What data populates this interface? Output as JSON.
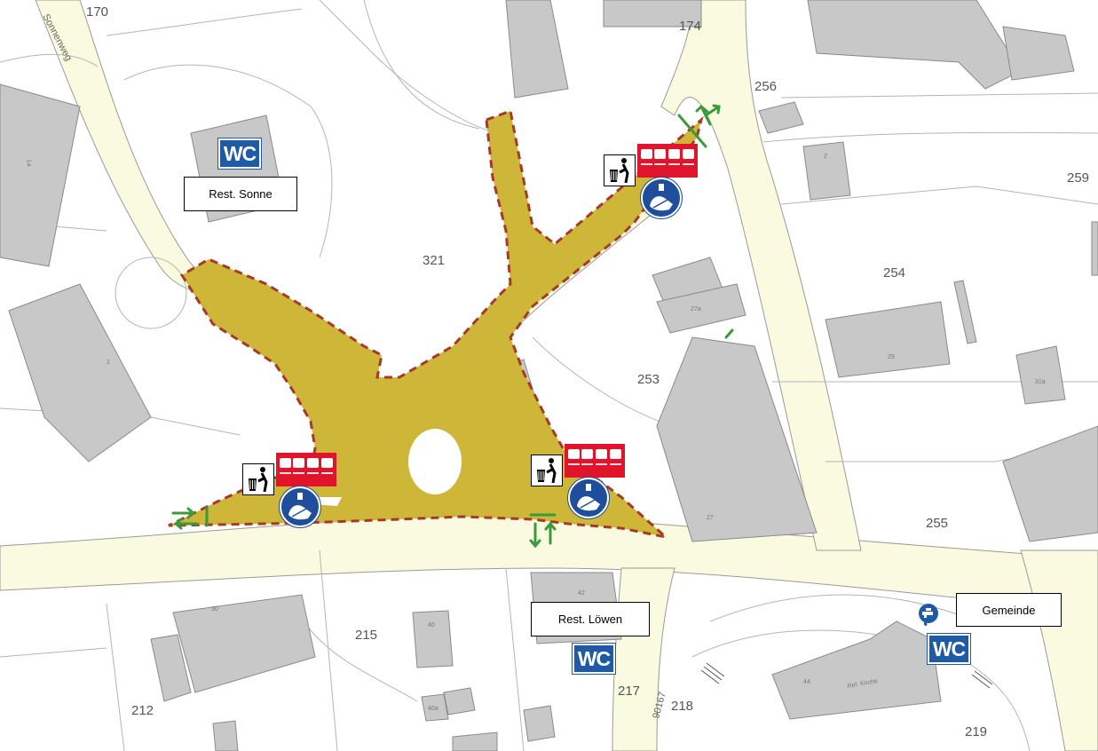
{
  "map": {
    "street_label": "Sonnenweg",
    "road_code": "90167",
    "parcel_numbers": [
      "170",
      "174",
      "256",
      "259",
      "321",
      "254",
      "253",
      "255",
      "215",
      "217",
      "218",
      "219",
      "212"
    ],
    "building_numbers": [
      "1a",
      "1",
      "2",
      "27a",
      "29",
      "31a",
      "27",
      "30",
      "40",
      "40a",
      "42",
      "44",
      "Ref. Kirche"
    ],
    "labels": {
      "rest_sonne": "Rest. Sonne",
      "rest_loewen": "Rest. Löwen",
      "gemeinde": "Gemeinde"
    },
    "wc_text": "WC",
    "colors": {
      "event_area": "#cdb638",
      "boundary": "#a63a2a",
      "road": "#fafae0",
      "building": "#c8c8c8",
      "entrance_arrow": "#3c9a3c",
      "wc_blue": "#1f5aa6",
      "rules_red": "#e0142a",
      "wash_blue": "#1f4f9c"
    },
    "icons": [
      "trash-bin-icon",
      "hand-wash-icon",
      "rules-sign-icon",
      "water-tap-icon",
      "entrance-arrow-icon",
      "wc-sign-icon"
    ]
  }
}
